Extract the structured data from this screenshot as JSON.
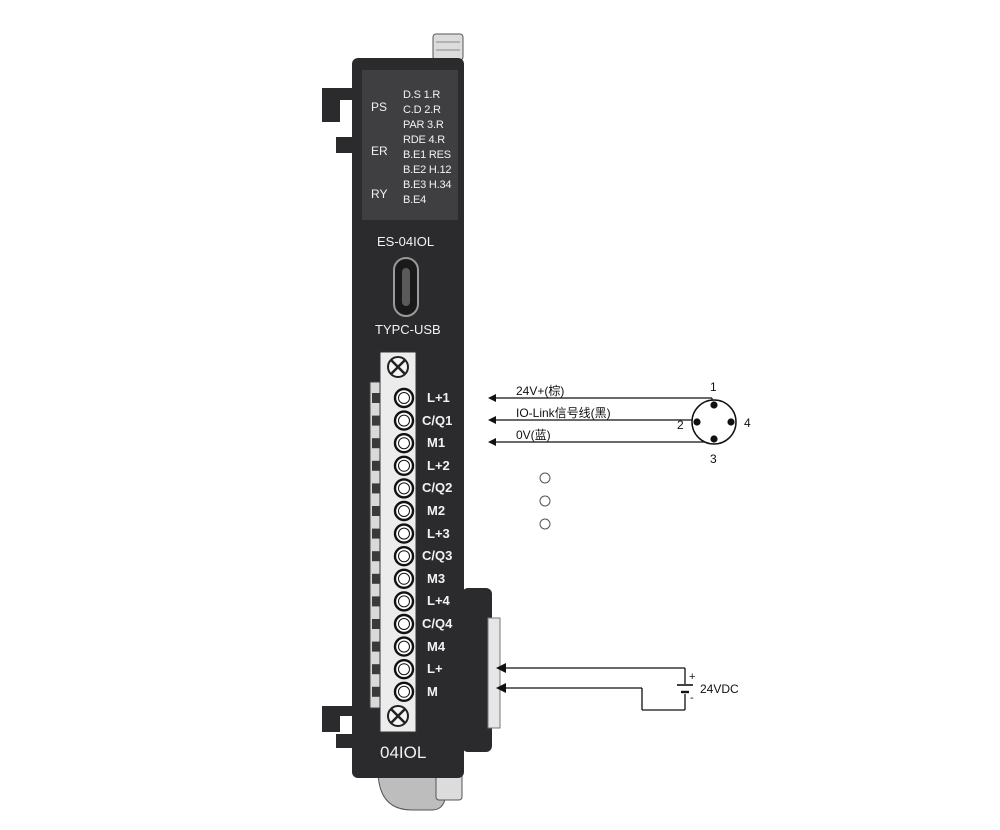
{
  "module": {
    "model": "ES-04IOL",
    "usb_label": "TYPC-USB",
    "bottom_label": "04IOL",
    "status_leds": [
      "PS",
      "ER",
      "RY"
    ],
    "indicator_lines": [
      "D.S  1.R",
      "C.D  2.R",
      "PAR 3.R",
      "RDE 4.R",
      "B.E1 RES",
      "B.E2 H.12",
      "B.E3 H.34",
      "B.E4"
    ],
    "terminals": [
      "L+1",
      "C/Q1",
      "M1",
      "L+2",
      "C/Q2",
      "M2",
      "L+3",
      "C/Q3",
      "M3",
      "L+4",
      "C/Q4",
      "M4",
      "L+",
      "M"
    ]
  },
  "iolink_wiring": {
    "wires": [
      "24V+(棕)",
      "IO-Link信号线(黑)",
      "0V(蓝)"
    ],
    "connector_pins": [
      "1",
      "2",
      "3",
      "4"
    ]
  },
  "power_supply": {
    "label": "24VDC",
    "plus": "+",
    "minus": "-"
  },
  "colors": {
    "housing": "#2b2b2d",
    "indicator_panel": "#3f3f41",
    "terminal_block": "#ececec",
    "line": "#111111"
  }
}
